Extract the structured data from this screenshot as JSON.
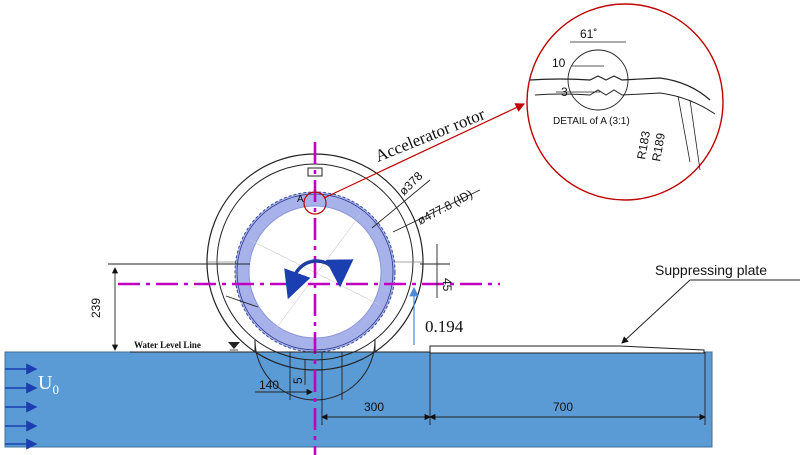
{
  "labels": {
    "accelerator_rotor": "Accelerator rotor",
    "suppressing_plate": "Suppressing plate",
    "water_level_line": "Water Level Line",
    "detail_caption": "DETAIL of A (3:1)",
    "detail_marker": "A",
    "velocity_value": "0.194",
    "inflow_symbol": "U",
    "inflow_subscript": "0"
  },
  "dimensions": {
    "outer_diameter": "ø477.8 (ID)",
    "rotor_diameter": "ø378",
    "height_239": "239",
    "offset_45": "45",
    "width_140": "140",
    "gap_5": "5",
    "length_300": "300",
    "length_700": "700"
  },
  "detail_dims": {
    "angle": "61˚",
    "d10": "10",
    "d3": "3",
    "r183": "R183",
    "r189": "R189"
  },
  "colors": {
    "water": "#5b9bd5",
    "water_edge": "#41719c",
    "axis_magenta": "#c000c0",
    "rotation_arrow": "#1f3fa0",
    "rotor_ring": "#9aa6e6",
    "callout_red": "#c00000",
    "arrow_blue": "#2f6fd0"
  },
  "icons": [
    "water-level-triangle-icon",
    "rotation-arrow-icon",
    "inflow-arrow-icon"
  ]
}
